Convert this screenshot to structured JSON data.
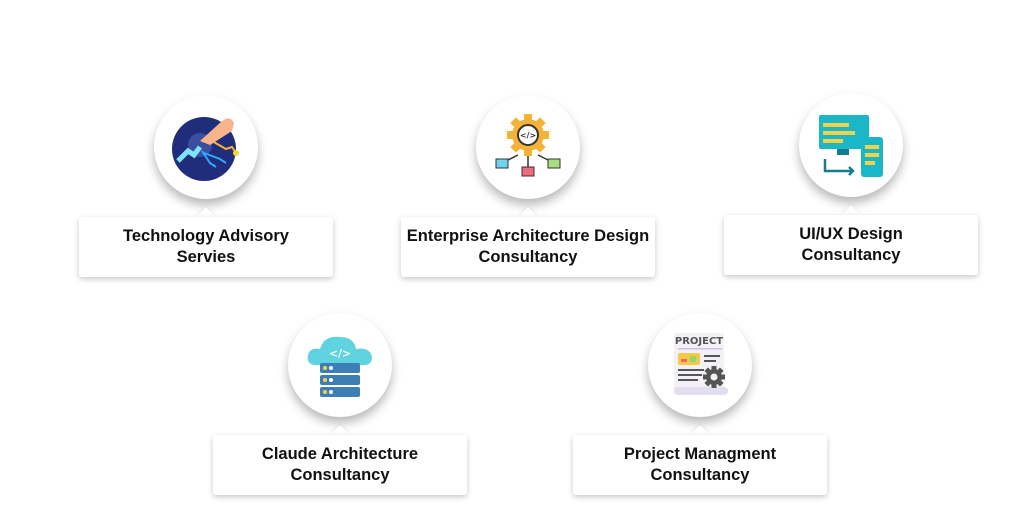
{
  "services": [
    {
      "label_line1": "Technology Advisory",
      "label_line2": "Servies",
      "icon": "touch-technology-icon"
    },
    {
      "label_line1": "Enterprise Architecture Design",
      "label_line2": "Consultancy",
      "icon": "gear-architecture-icon"
    },
    {
      "label_line1": "UI/UX Design",
      "label_line2": "Consultancy",
      "icon": "responsive-devices-icon"
    },
    {
      "label_line1": "Claude Architecture",
      "label_line2": "Consultancy",
      "icon": "cloud-server-icon"
    },
    {
      "label_line1": "Project Managment",
      "label_line2": "Consultancy",
      "icon": "project-document-icon",
      "icon_text": "PROJECT"
    }
  ]
}
